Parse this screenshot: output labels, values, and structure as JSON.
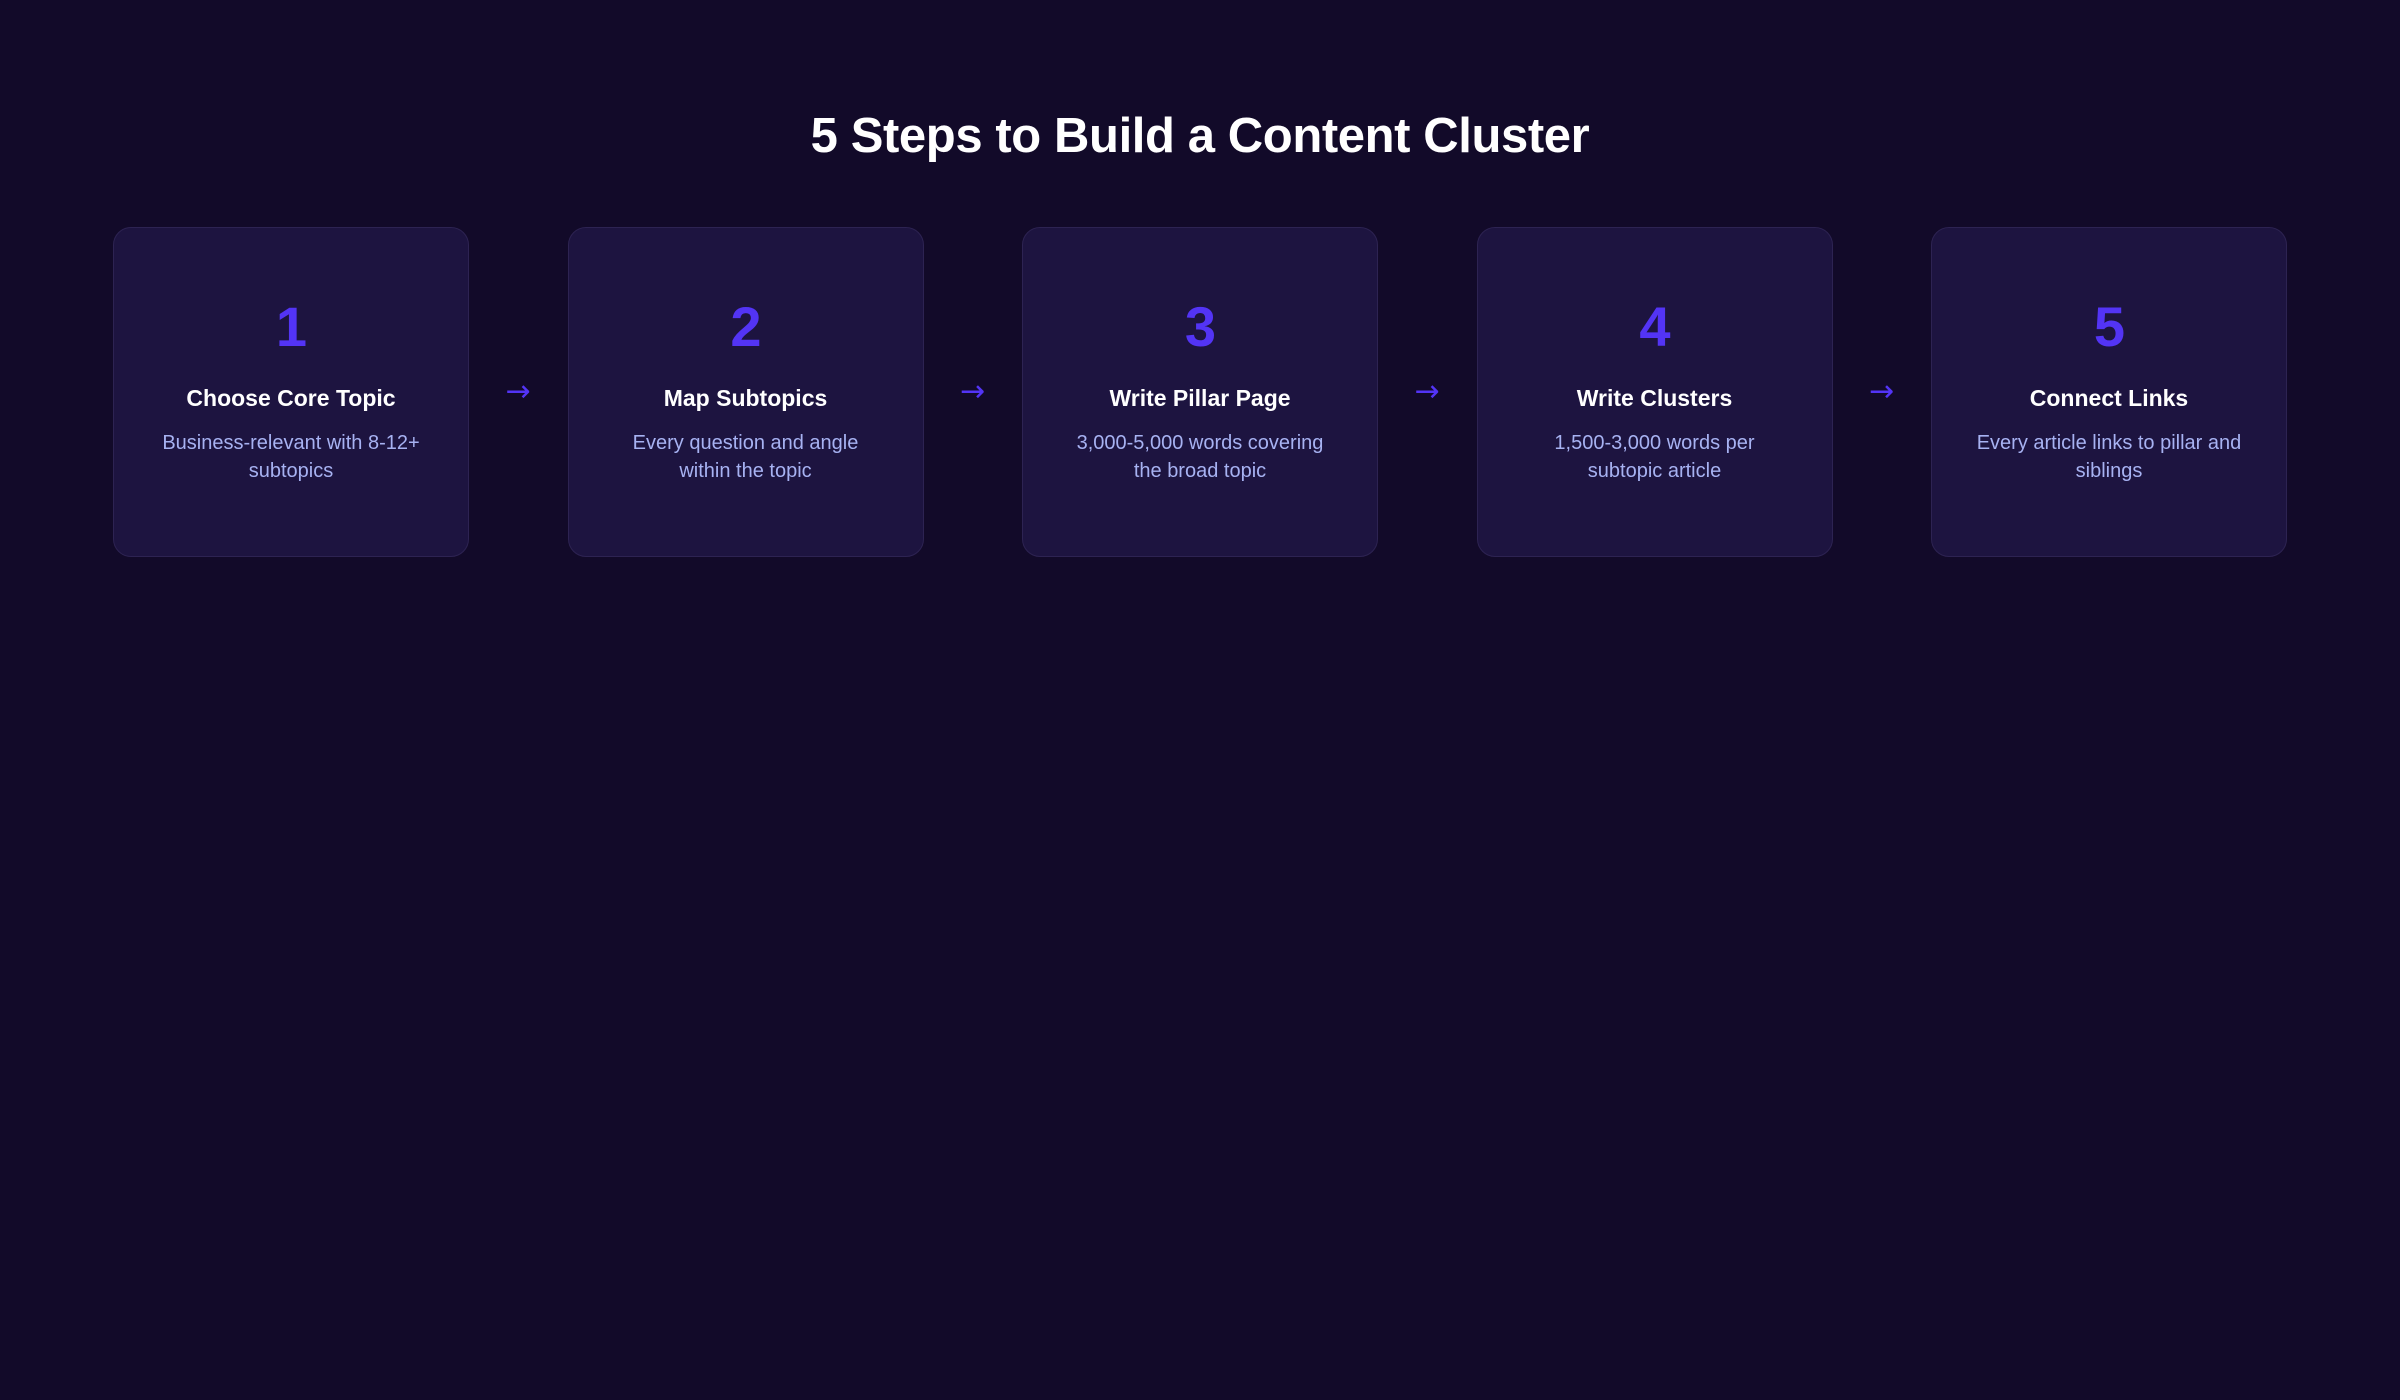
{
  "page": {
    "title": "5 Steps to Build a Content Cluster",
    "background_color": "#120a29"
  },
  "theme": {
    "accent_color": "#5334f5",
    "card_background": "#1d1440",
    "card_border": "#2d2352",
    "title_color": "#ffffff",
    "description_color": "#a7b2f2"
  },
  "connector": {
    "icon": "arrow-right-icon",
    "glyph": "→",
    "color": "#5334f5",
    "count": 4
  },
  "steps": [
    {
      "number": "1",
      "title": "Choose Core Topic",
      "description": "Business-relevant with 8-12+ subtopics"
    },
    {
      "number": "2",
      "title": "Map Subtopics",
      "description": "Every question and angle within the topic"
    },
    {
      "number": "3",
      "title": "Write Pillar Page",
      "description": "3,000-5,000 words covering the broad topic"
    },
    {
      "number": "4",
      "title": "Write Clusters",
      "description": "1,500-3,000 words per subtopic article"
    },
    {
      "number": "5",
      "title": "Connect Links",
      "description": "Every article links to pillar and siblings"
    }
  ]
}
